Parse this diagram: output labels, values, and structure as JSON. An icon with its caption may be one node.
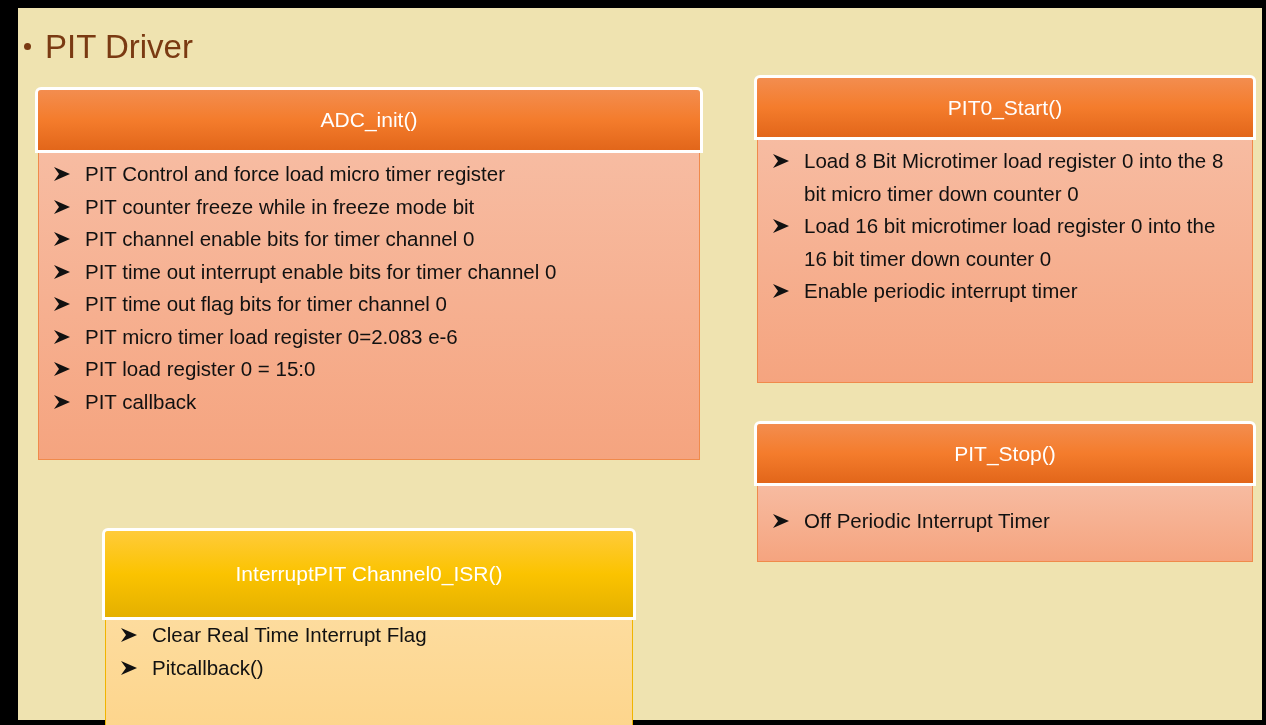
{
  "diagram": {
    "title": "PIT Driver",
    "nodes": [
      {
        "text": [
          "ADC_init()",
          "PIT Control and  force load micro timer register",
          "PIT counter freeze while in freeze mode bit",
          "PIT channel enable bits for timer channel 0",
          "PIT time out interrupt enable bits for timer channel 0",
          "PIT time out flag bits for timer channel 0",
          "PIT micro timer load register 0=2.083 e-6",
          "PIT load register 0 = 15:0",
          "PIT callback"
        ]
      },
      {
        "text": [
          "PIT0_Start()",
          "Load 8 Bit Microtimer load register 0 into the 8 bit micro timer down counter 0",
          "Load 16 bit microtimer load register 0 into the 16 bit timer down counter 0",
          "Enable periodic interrupt timer"
        ]
      },
      {
        "text": [
          "PIT_Stop()",
          "Off Periodic Interrupt Timer"
        ]
      },
      {
        "text": [
          "InterruptPIT Channel0_ISR()",
          "Clear Real Time Interrupt Flag",
          "Pitcallback()"
        ]
      }
    ]
  }
}
